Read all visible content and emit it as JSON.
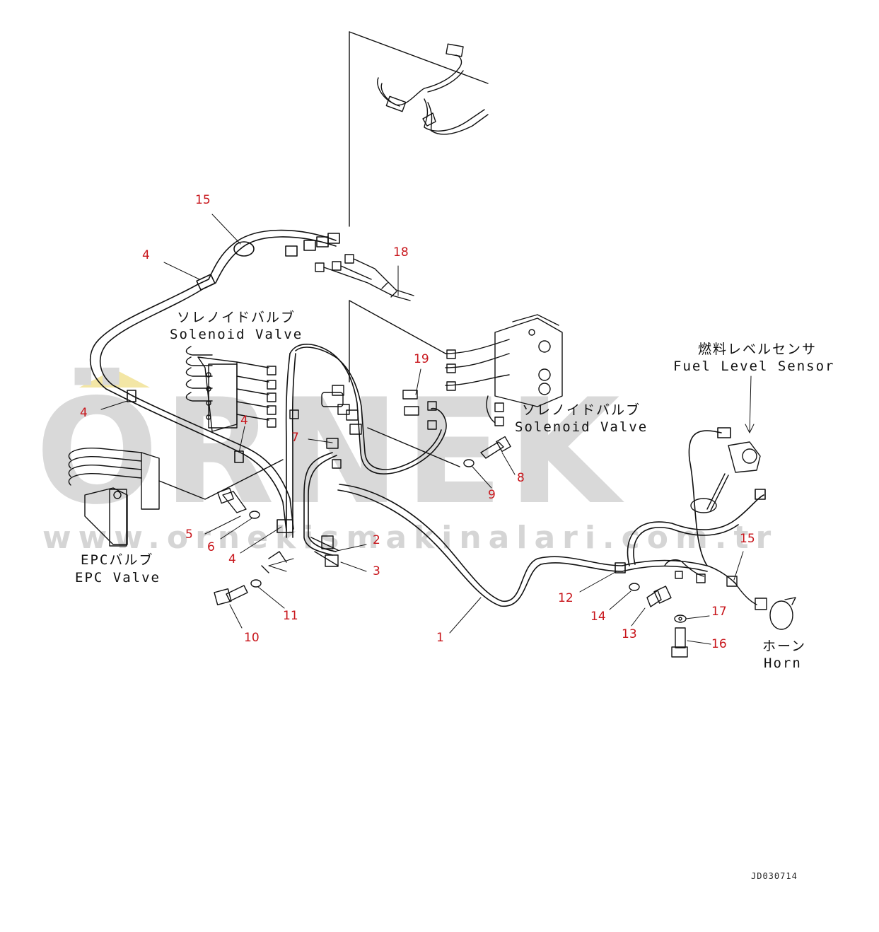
{
  "watermark": {
    "brand": "ÖRNEK",
    "url": "www.ornekismakinalari.com.tr"
  },
  "drawing_code": "JD030714",
  "components": {
    "solenoid_valve_top": {
      "jp": "ソレノイドバルブ",
      "en": "Solenoid Valve"
    },
    "solenoid_valve_right": {
      "jp": "ソレノイドバルブ",
      "en": "Solenoid Valve"
    },
    "epc_valve": {
      "jp": "EPCバルブ",
      "en": "EPC Valve"
    },
    "fuel_level_sensor": {
      "jp": "燃料レベルセンサ",
      "en": "Fuel Level Sensor"
    },
    "horn": {
      "jp": "ホーン",
      "en": "Horn"
    }
  },
  "callouts": [
    "15",
    "4",
    "18",
    "4",
    "19",
    "4",
    "7",
    "8",
    "9",
    "5",
    "6",
    "4",
    "2",
    "3",
    "10",
    "11",
    "1",
    "12",
    "14",
    "13",
    "15",
    "17",
    "16"
  ],
  "colors": {
    "callout": "#c8151b",
    "line": "#111111",
    "watermark": "#d9d9d9"
  }
}
